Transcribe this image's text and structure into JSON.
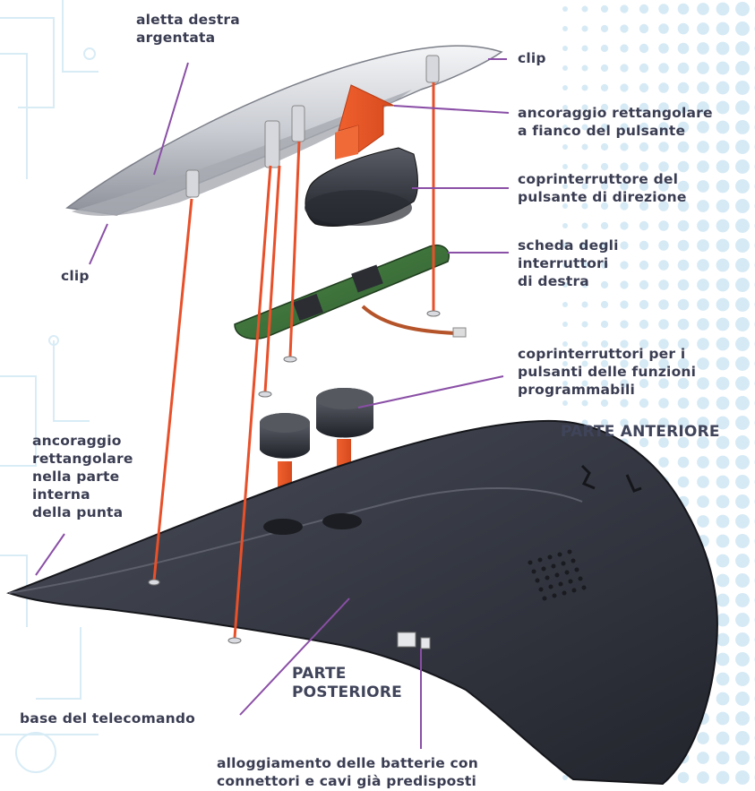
{
  "labels": {
    "aletta": "aletta destra\nargentata",
    "clip_top": "clip",
    "ancoraggio_fianco": "ancoraggio rettangolare\na fianco del pulsante",
    "copri_direzione": "coprinterruttore del\npulsante di direzione",
    "clip_left": "clip",
    "scheda": "scheda degli\ninterruttori\ndi destra",
    "copri_funzioni": "coprinterruttori per i\npulsanti delle funzioni\nprogrammabili",
    "parte_anteriore": "PARTE ANTERIORE",
    "ancoraggio_punta": "ancoraggio\nrettangolare\nnella parte\ninterna\ndella punta",
    "parte_posteriore": "PARTE\nPOSTERIORE",
    "base": "base del telecomando",
    "batterie": "alloggiamento delle batterie con\nconnettori e cavi già predisposti"
  },
  "colors": {
    "leader_line": "#8a4fa6",
    "screw_line": "#e8502a",
    "body_dark": "#3b3e4a",
    "background_pattern": "#cfe6f2",
    "label_text": "#3a3d52"
  }
}
